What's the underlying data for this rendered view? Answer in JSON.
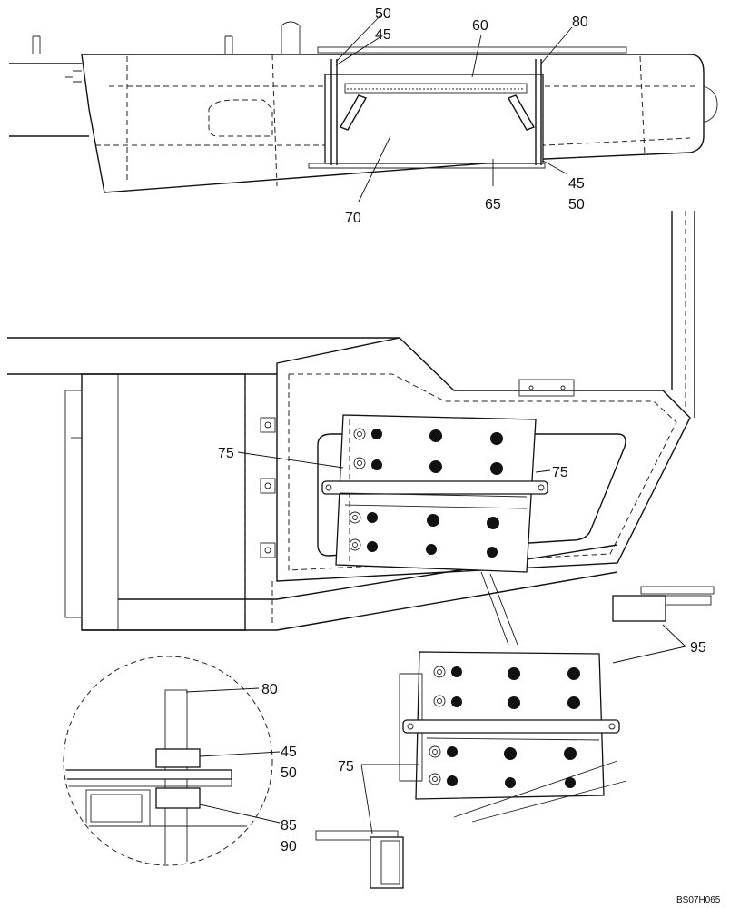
{
  "drawing_id": "BS07H065",
  "callouts": {
    "top_50": "50",
    "top_45": "45",
    "top_60": "60",
    "top_80": "80",
    "top_45b": "45",
    "top_50b": "50",
    "top_65": "65",
    "top_70": "70",
    "mid_75_left": "75",
    "mid_75_right": "75",
    "mid_95": "95",
    "detail_80": "80",
    "detail_45": "45",
    "detail_50": "50",
    "detail_85": "85",
    "detail_90": "90",
    "bottom_75": "75"
  }
}
